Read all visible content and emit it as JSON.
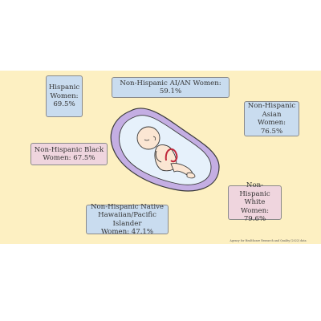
{
  "labels": {
    "hispanic": "Hispanic\nWomen:\n69.5%",
    "aian": "Non-Hispanic AI/AN Women: 59.1%",
    "asian": "Non-Hispanic\nAsian Women:\n76.5%",
    "black": "Non-Hispanic Black\nWomen: 67.5%",
    "nhpi": "Non-Hispanic Native\nHawaiian/Pacific Islander\nWomen: 47.1%",
    "white": "Non-Hispanic\nWhite Women:\n79.6%"
  },
  "source": "Agency for Healthcare Research and Quality (2022) data",
  "colors": {
    "background": "#fdf0c2",
    "blue_box": "#c9dcef",
    "pink_box": "#efd5de",
    "womb_outer": "#c4aee3",
    "womb_inner": "#e6f1fb",
    "skin": "#fbe6d3",
    "cord": "#c0283b"
  },
  "icons": [
    "fetus-in-womb-illustration"
  ]
}
